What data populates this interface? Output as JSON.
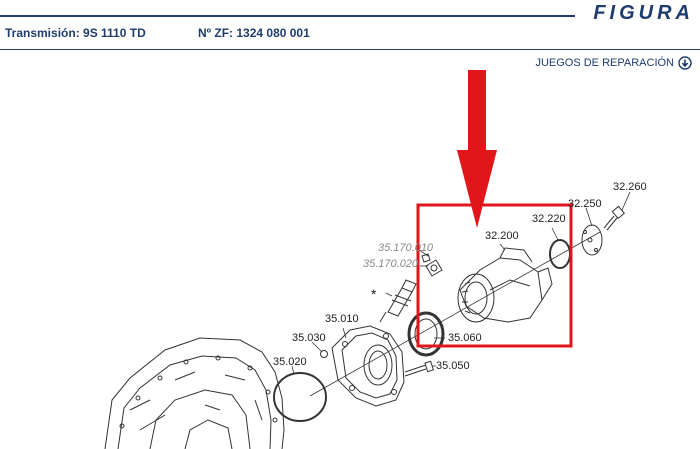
{
  "header": {
    "figura_label": "FIGURA",
    "transmission": "Transmisión: 9S 1110 TD",
    "zf_number": "Nº ZF: 1324 080 001"
  },
  "actions": {
    "repair_kits_label": "JUEGOS DE REPARACIÓN"
  },
  "diagram": {
    "part_labels": {
      "p32260": "32.260",
      "p32250": "32.250",
      "p32220": "32.220",
      "p32200": "32.200",
      "p35170010": "35.170.010",
      "p35170020": "35.170.020",
      "star": "*",
      "p35010": "35.010",
      "p35030": "35.030",
      "p35060": "35.060",
      "p35020": "35.020",
      "p35050": "35.050"
    },
    "highlight_color": "#e0161b",
    "line_color": "#333333"
  }
}
